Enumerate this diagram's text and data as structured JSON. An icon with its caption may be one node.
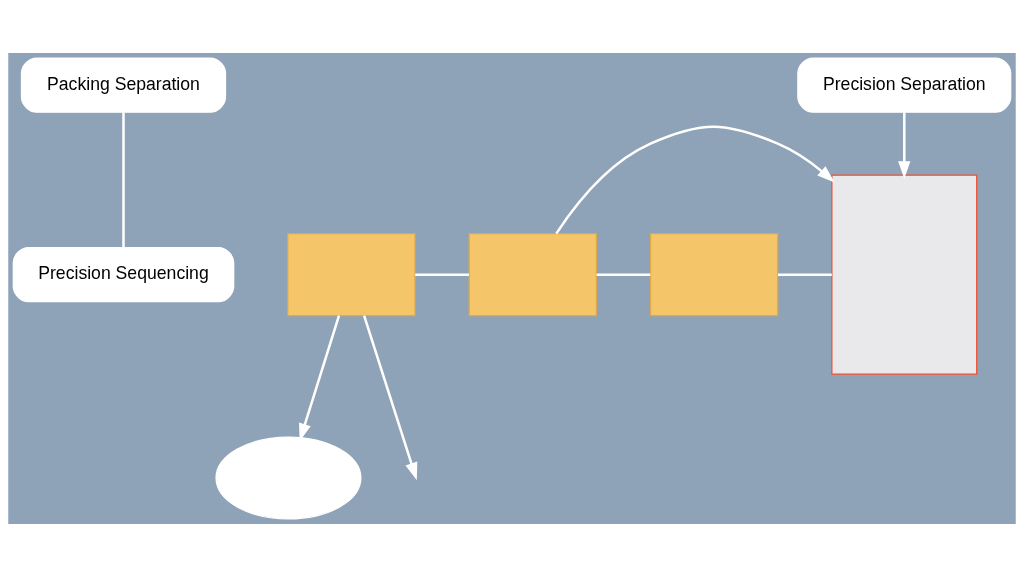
{
  "diagram": {
    "nodes": [
      {
        "text": [
          "Packing Separation"
        ]
      },
      {
        "text": [],
        "shape": "cloud"
      },
      {
        "text": [
          "Precision Sequencing"
        ]
      },
      {
        "text": [
          "Precision Separation"
        ]
      },
      {
        "text": [],
        "shape": "box"
      },
      {
        "text": [],
        "shape": "box"
      },
      {
        "text": [],
        "shape": "box"
      },
      {
        "text": [],
        "shape": "box"
      }
    ],
    "edges": [
      {
        "from": 0,
        "to": 2,
        "arrow": "none"
      },
      {
        "from": 4,
        "to": 1,
        "arrow": "to"
      },
      {
        "from": 4,
        "to": null,
        "arrow": "to"
      },
      {
        "from": 4,
        "to": 5,
        "arrow": "none"
      },
      {
        "from": 5,
        "to": 6,
        "arrow": "none"
      },
      {
        "from": 5,
        "to": 7,
        "arrow": "to"
      },
      {
        "from": 6,
        "to": 7,
        "arrow": "none"
      },
      {
        "from": 3,
        "to": 7,
        "arrow": "to"
      }
    ]
  }
}
